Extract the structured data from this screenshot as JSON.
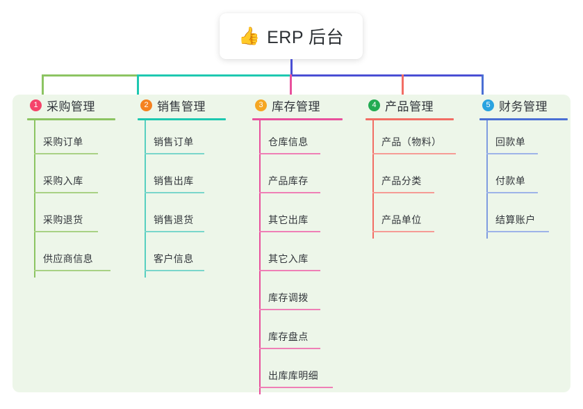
{
  "diagram": {
    "title": "ERP 后台",
    "root": {
      "icon": "thumbs-up-icon",
      "emoji": "👍",
      "label": "ERP 后台"
    },
    "panel_background": "#edf6e9",
    "columns": [
      {
        "index": "1",
        "title": "采购管理",
        "color": "#8cc462",
        "badge_color": "#f5436a",
        "items": [
          "采购订单",
          "采购入库",
          "采购退货",
          "供应商信息"
        ]
      },
      {
        "index": "2",
        "title": "销售管理",
        "color": "#1ec8b0",
        "badge_color": "#f58220",
        "items": [
          "销售订单",
          "销售出库",
          "销售退货",
          "客户信息"
        ]
      },
      {
        "index": "3",
        "title": "库存管理",
        "color": "#e8509c",
        "badge_color": "#f5a623",
        "items": [
          "仓库信息",
          "产品库存",
          "其它出库",
          "其它入库",
          "库存调拨",
          "库存盘点",
          "出库库明细"
        ]
      },
      {
        "index": "4",
        "title": "产品管理",
        "color": "#f26d64",
        "badge_color": "#22ab52",
        "items": [
          "产品（物料）",
          "产品分类",
          "产品单位"
        ]
      },
      {
        "index": "5",
        "title": "财务管理",
        "color": "#4a6fd4",
        "badge_color": "#29a3e0",
        "items": [
          "回款单",
          "付款单",
          "结算账户"
        ]
      }
    ],
    "connectors": {
      "trunk_color": "#4a4fd4",
      "bus_segments": [
        {
          "color": "#8cc462"
        },
        {
          "color": "#1ec8b0"
        },
        {
          "color": "#4a4fd4"
        }
      ]
    }
  }
}
